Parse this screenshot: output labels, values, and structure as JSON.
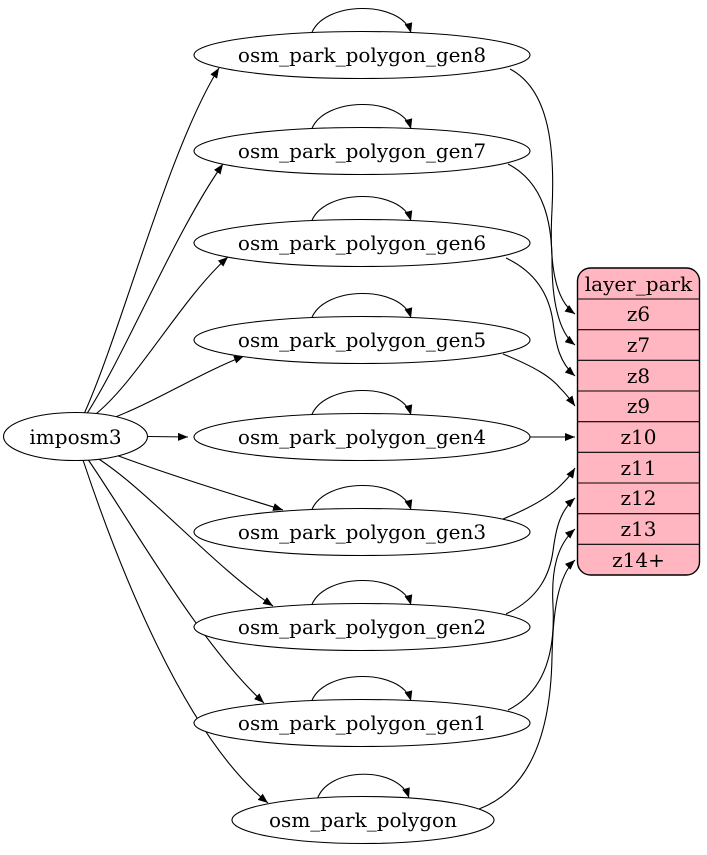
{
  "diagram": {
    "source": {
      "label": "imposm3"
    },
    "nodes": [
      {
        "label": "osm_park_polygon_gen8",
        "zoom": "z6"
      },
      {
        "label": "osm_park_polygon_gen7",
        "zoom": "z7"
      },
      {
        "label": "osm_park_polygon_gen6",
        "zoom": "z8"
      },
      {
        "label": "osm_park_polygon_gen5",
        "zoom": "z9"
      },
      {
        "label": "osm_park_polygon_gen4",
        "zoom": "z10"
      },
      {
        "label": "osm_park_polygon_gen3",
        "zoom": "z11"
      },
      {
        "label": "osm_park_polygon_gen2",
        "zoom": "z12"
      },
      {
        "label": "osm_park_polygon_gen1",
        "zoom": "z13"
      },
      {
        "label": "osm_park_polygon",
        "zoom": "z14+"
      }
    ],
    "layer_table": {
      "title": "layer_park",
      "rows": [
        "z6",
        "z7",
        "z8",
        "z9",
        "z10",
        "z11",
        "z12",
        "z13",
        "z14+"
      ],
      "fill": "#ffb6c1",
      "border": "#000000"
    },
    "colors": {
      "background": "#ffffff",
      "edge": "#000000",
      "node_fill": "#ffffff",
      "node_border": "#000000",
      "text": "#000000"
    }
  }
}
